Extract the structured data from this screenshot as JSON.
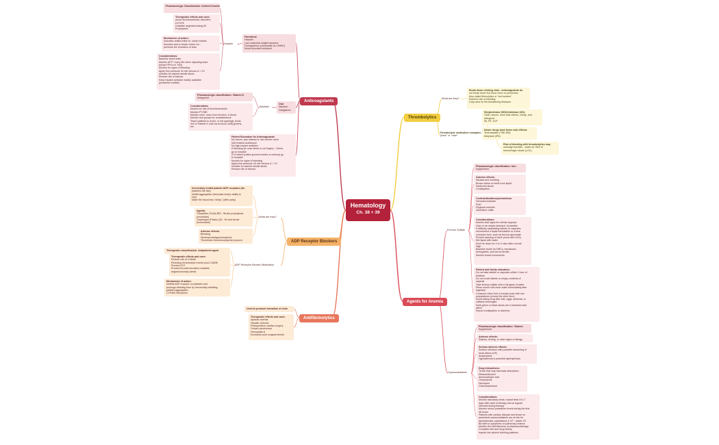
{
  "root": {
    "title": "Hematology",
    "subtitle": "Ch. 38 + 39"
  },
  "branches": {
    "anticoagulants": "Anticoagulants",
    "adp": "ADP Receptor Blockers",
    "antifibrinolytics": "Antifibrinolytics",
    "thrombolytics": "Thrombolytics",
    "anemia": "Agents for Anemia"
  },
  "colors": {
    "root": "#b3223a",
    "anticoagulants": "#c0394f",
    "adp": "#f4b167",
    "antifibrinolytics": "#e7765c",
    "thrombolytics": "#f2cd3e",
    "anemia": "#d94a56"
  },
  "anticoag": {
    "heparin_label": "Heparin",
    "parenteral": [
      "Parenteral",
      "Heparin",
      "Low molecular weight heparins",
      "Fondaparinux (chemically ok LMWH)",
      "Direct thrombin inhibitors"
    ],
    "classification": [
      "Pharmacologic Classification: Indirect thrombin inhibitor"
    ],
    "therapeutic": [
      "Therapeutic effects and uses:",
      "Acute thromboembolic disorders",
      "DVT/PE",
      "Unstable angina/evolving MI",
      "Prophylaxis"
    ],
    "mechanism": [
      "Mechanism of action:",
      "Activates antithrombin III, which inhibits",
      "thrombin and to lesser extent Xa -",
      "prevents the formation of clots"
    ],
    "considerations": [
      "Considerations:",
      "Baseline blood tests",
      "Monitor aPTT every 6hr when adjusting dose",
      "(follow PPO's in TnN)",
      "Monitor for signs of bleeding",
      "Apply firm pressure x5 min venous & > 10",
      "minutes for arterial needle sticks",
      "Reduce risk of trauma",
      "Keep heparin antidote readily available",
      "(protamine sulfate)"
    ],
    "warfarin_label": "Warfarin",
    "oral": [
      "Oral",
      "Warfarin",
      "Dabigatran"
    ],
    "warfarin_class": [
      "Pharmacologic classification: Vitamin K",
      "Antagonist"
    ],
    "warfarin_cons": [
      "Considerations",
      "Assess for risk of thromboembolic",
      "Monitor PT/INR",
      "Monitor urine, stool, liver function, & blood",
      "Monitor risk groups for nonadherence",
      "Teach patients to avoid, or eat sparingly, foods",
      "rich in Vitamin K such as broccoli, leafy greens,",
      "etc."
    ],
    "education": [
      "Patient Education for Anticoagulants",
      "No razors, was instead or use electric razor",
      "Soft bristled toothbrush",
      "No high impact activities",
      "If bleeding (ie nose bleed or cut finger) > 10min,",
      "go to hospital",
      "If GI bleed (coffee ground emesis or melena) go",
      "to hospital",
      "Monitor for signs of bleeding",
      "Apply firm pressure x5 min venous & > 10",
      "minutes for arterial needle sticks",
      "Reduce risk of trauma"
    ]
  },
  "adp": {
    "what_label": "What are they?",
    "what": [
      "Irreversibly inhibit platelet ADP receptors (for",
      "platelet's life diet)",
      "Inhibit aggregation (decrease body's ability to",
      "clot)",
      "Make the blood less \"sticky\" (after party)"
    ],
    "agents": [
      "Agents:",
      "Ticlopidine (Ticlid) BID - Stroke prophylaxis",
      "(reversible)",
      "Clopidogrel (Plavix) QD - MI and stroke",
      "(irreversible)"
    ],
    "adverse": [
      "Adverse effects:",
      "Bleeding",
      "Neutropenia/agranulocytosis",
      "Thrombotic thrombocytopenic purpura"
    ],
    "med_label": "ADP Receptor Blocker Medication",
    "classification": [
      "Therapeutic classification: Antiplatelet agent"
    ],
    "therapeutic": [
      "Therapeutic effects and uses:",
      "Reduce risk of CVA/MI",
      "Reducing thrombolytic events post-CVA/MI",
      "Prevent DVT",
      "Prevent thrombi formation unstable",
      "angina/coronary stents"
    ],
    "mechanism": [
      "Mechanism of action:",
      "Inhibits ADP receptor on platelets and",
      "prolongs bleeding time by irreversibly inhibiting",
      "platelet aggregation",
      "CYP450 interaction"
    ]
  },
  "antifib": {
    "used": [
      "Used to promote formation of clots"
    ],
    "therapeutic": [
      "Therapeutic effects and uses:",
      "Aplastic anemia",
      "Hepatic cirrhosis",
      "Postoperative cardiac surgery",
      "Certain carcinomas",
      "Hemophilia A",
      "Excessive post surgical bleeds"
    ]
  },
  "thrombo": {
    "what_label": "What are they?",
    "what": [
      "Break down existing clots - anticoagulants do",
      "not break down but focus more on prevention",
      "Also called fibrinolytics or \"clot busters\"",
      "Extreme risk of bleeding",
      "Only used for life-threatening illnesses"
    ],
    "examples_label": [
      "Thrombolytic medication examples -",
      "\"plase\" or \"nase\""
    ],
    "strepto": [
      "Streptokinase (SK)/Urokinase (UK):",
      "Older, slower, more side effects, cheap, and",
      "allergenic",
      "MI, PE, DVT"
    ],
    "newer": [
      "Newer drugs have fewer side effects:",
      "Tenecteplase (TNK-tPA)",
      "Alteplase (tPA)"
    ],
    "risk": [
      "Risk of bleeding with thrombolytics may",
      "outweigh benefits - watch for S&S of",
      "hemorrhagic stroke (LOC)"
    ]
  },
  "anemia": {
    "ferrous_label": "Ferrous Sulfate",
    "fe_class": [
      "Pharmacologic classification: Iron",
      "supplement"
    ],
    "fe_adverse": [
      "Adverse effects:",
      "Nausea and vomiting",
      "Brown stains on teeth from liquid",
      "Darkened stools",
      "Constipation"
    ],
    "fe_contra": [
      "Contraindications/precautions:",
      "Hemochromatosis",
      "PUD",
      "Regional enteritis",
      "Ulcerative colitis"
    ],
    "fe_cons": [
      "Considerations:",
      "Assess vital signs for cellular hypoxia",
      "Give on an empty stomach, if possible",
      "If difficulty swallowing tablets or capsules,",
      "recommend a liquid formulation or a less",
      "corrosive form, such as ferrous gluconate",
      "Prevent staining of teeth (rinse with H2O)",
      "Mix liquid with water",
      "Don't lie down for 2 to 3 mins after normal",
      "High",
      "Baseline levels for RBCs, hematocrit,",
      "hemoglobin, and serum ferritin",
      "Monitor bowel movements"
    ],
    "fe_edu": [
      "Patient and family education:",
      "Do not take tablets or capsules within 1 hour of",
      "bedtime",
      "Do not crush tablets or empty contents of",
      "capsule",
      "Take ferrous sulfate with a full glass of water",
      "Rinse mouth with clear water immediately after",
      "ingestion",
      "Consume citrus fruit or tomato juice with iron",
      "preparations (except the elixir form)",
      "Avoid taking drug with milk, eggs, antacids, or",
      "caffeine beverages",
      "Dark green or black stools are a harmless side",
      "effect",
      "Report constipation or diarrhea"
    ],
    "cyano_label": "Cyanocobalamin",
    "b12_class": [
      "Pharmacologic classification: Vitamin",
      "Supplement"
    ],
    "b12_adverse": [
      "Adverse effects:",
      "Rashes, itching, or other signs of allergy"
    ],
    "b12_serious": [
      "Serious adverse effects:",
      "Sodium retention with possible worsening of",
      "heart failure (HF)",
      "Anaphylaxis",
      "Hypokalemia & potential dysrhythmias"
    ],
    "b12_drug": [
      "Drug interactions:",
      "Those that may decrease absorption:",
      "Ethanol/Alcohol",
      "Aminosalicylic acid",
      "Omeprazole",
      "Neomycin",
      "Chloramphenicol"
    ],
    "b12_cons": [
      "Considerations:",
      "Monitor laboratory tests; repeat tests 5 to 7",
      "days after start of therapy and at regular",
      "intervals during therapy",
      "Monitor serum potassium levels during the first",
      "48 hours",
      "Patients with cardiac disease and those on",
      "parenteral cyanocobalamin are at risk for",
      "dysrhythmias, palpitations & CP - watch VS",
      "Be alert to symptoms of pulmonary edema",
      "Monitor the effectiveness of pharmacotherapy",
      "Complete diet and drug history",
      "Inquire into alcohol drinking patterns"
    ]
  }
}
